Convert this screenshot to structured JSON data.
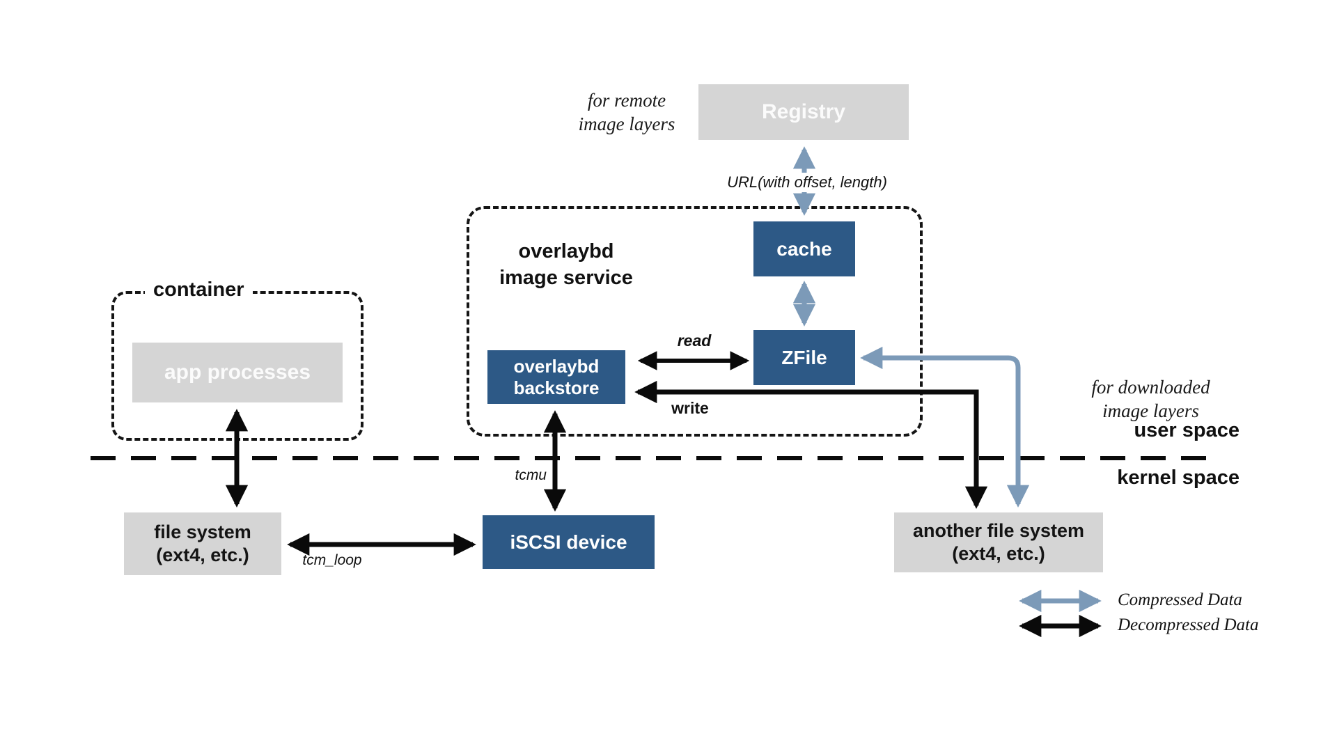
{
  "title": "overlaybd image service architecture diagram",
  "colors": {
    "dark_blue_box": "#2d5986",
    "steel_blue_arrow": "#7c9ab8",
    "gray_box": "#d5d5d5",
    "line_black": "#0a0a0a"
  },
  "boxes": {
    "registry": {
      "label": "Registry"
    },
    "app_processes": {
      "label": "app processes"
    },
    "cache": {
      "label": "cache"
    },
    "zfile": {
      "label": "ZFile"
    },
    "backstore": {
      "line1": "overlaybd",
      "line2": "backstore"
    },
    "file_system": {
      "line1": "file system",
      "line2": "(ext4, etc.)"
    },
    "iscsi": {
      "label": "iSCSI device"
    },
    "another_fs": {
      "line1": "another file system",
      "line2": "(ext4, etc.)"
    }
  },
  "groups": {
    "container": {
      "label": "container"
    },
    "service": {
      "line1": "overlaybd",
      "line2": "image service"
    }
  },
  "notes": {
    "remote": {
      "line1": "for remote",
      "line2": "image layers"
    },
    "downloaded": {
      "line1": "for downloaded",
      "line2": "image layers"
    }
  },
  "arrow_labels": {
    "url": "URL(with offset, length)",
    "read": "read",
    "write": "write",
    "tcmu": "tcmu",
    "tcm_loop": "tcm_loop"
  },
  "zones": {
    "user": "user space",
    "kernel": "kernel space"
  },
  "legend": {
    "compressed": "Compressed Data",
    "decompressed": "Decompressed Data"
  }
}
